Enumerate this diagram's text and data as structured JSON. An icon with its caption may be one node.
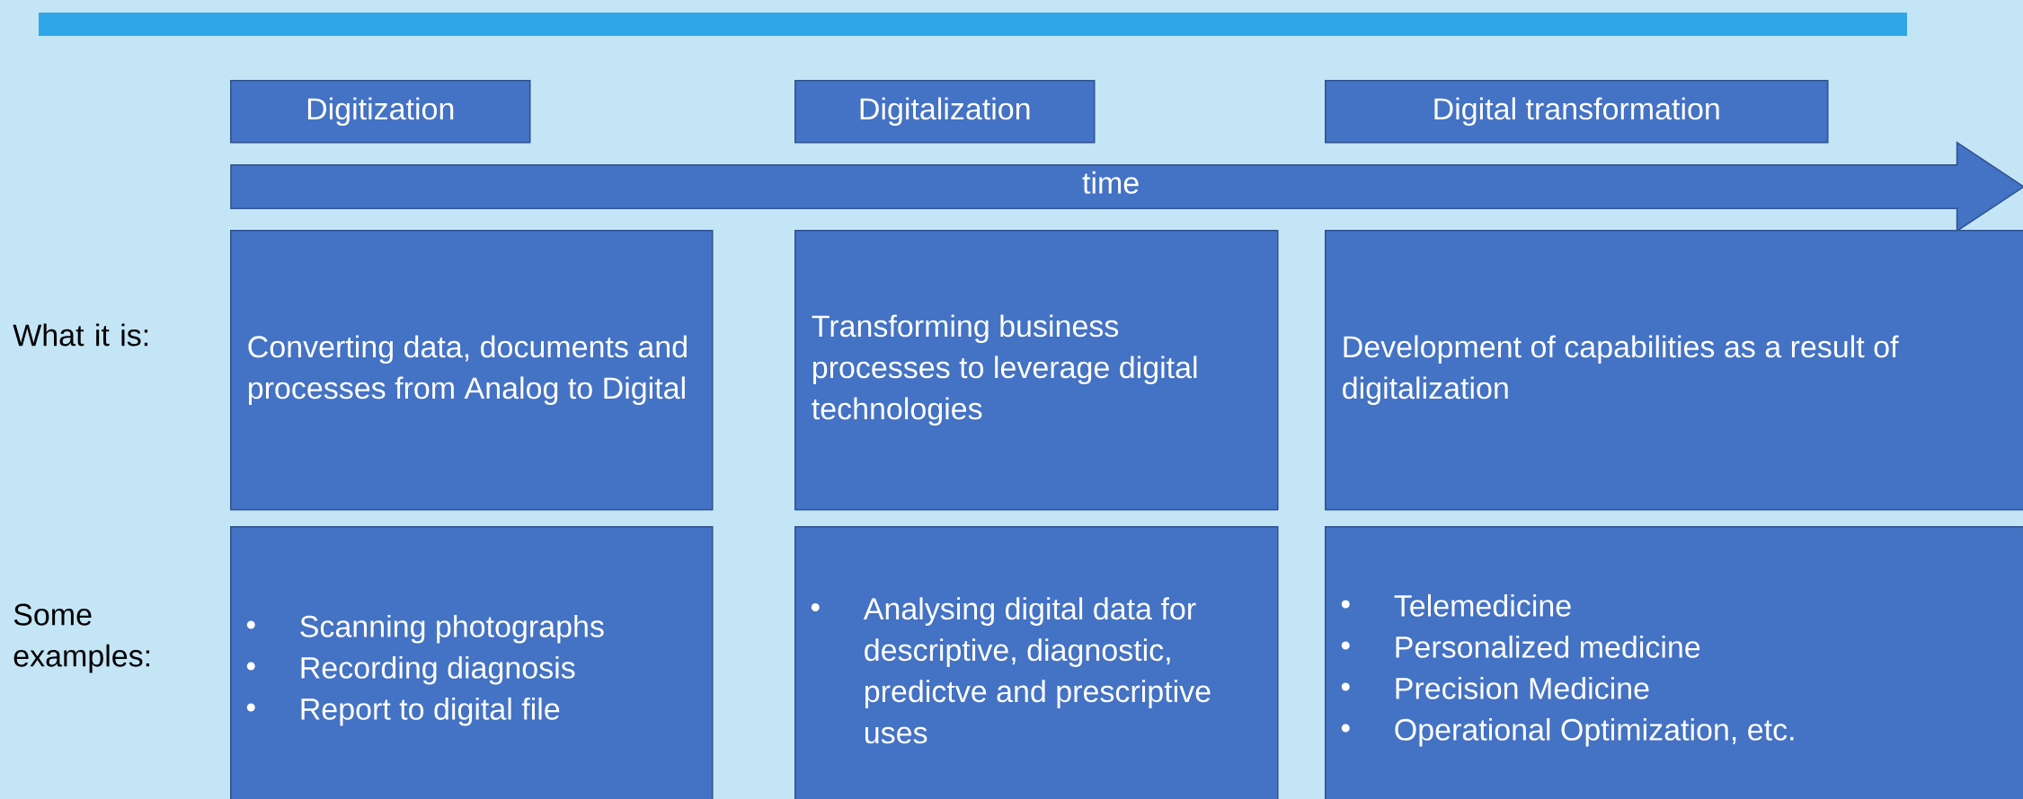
{
  "diagram": {
    "nodes": [
      {
        "text": [
          "Digitization"
        ]
      },
      {
        "text": [
          "Digitalization"
        ]
      },
      {
        "text": [
          "Digital transformation"
        ]
      },
      {
        "text": [
          "time"
        ]
      },
      {
        "text": [
          "Converting data, documents and processes from Analog to Digital"
        ]
      },
      {
        "text": [
          "Transforming business processes to leverage digital technologies"
        ]
      },
      {
        "text": [
          "Development of capabilities as a result of digitalization"
        ]
      },
      {
        "text": [
          "Scanning photographs",
          "Recording diagnosis",
          "Report to digital file"
        ]
      },
      {
        "text": [
          "Analysing digital data for descriptive, diagnostic, predictve and prescriptive uses"
        ]
      },
      {
        "text": [
          "Telemedicine",
          "Personalized medicine",
          "Precision Medicine",
          "Operational Optimization, etc."
        ]
      }
    ],
    "labels": [
      "What it is:",
      "Some examples:"
    ]
  }
}
